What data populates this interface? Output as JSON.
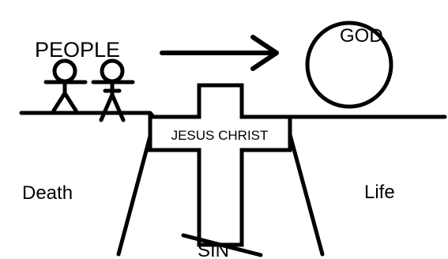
{
  "diagram": {
    "label_people": "PEOPLE",
    "label_god": "GOD",
    "label_cross": "JESUS CHRIST",
    "label_death": "Death",
    "label_life": "Life",
    "label_sin": "SIN",
    "colors": {
      "ink": "#000000",
      "background": "#ffffff"
    }
  }
}
